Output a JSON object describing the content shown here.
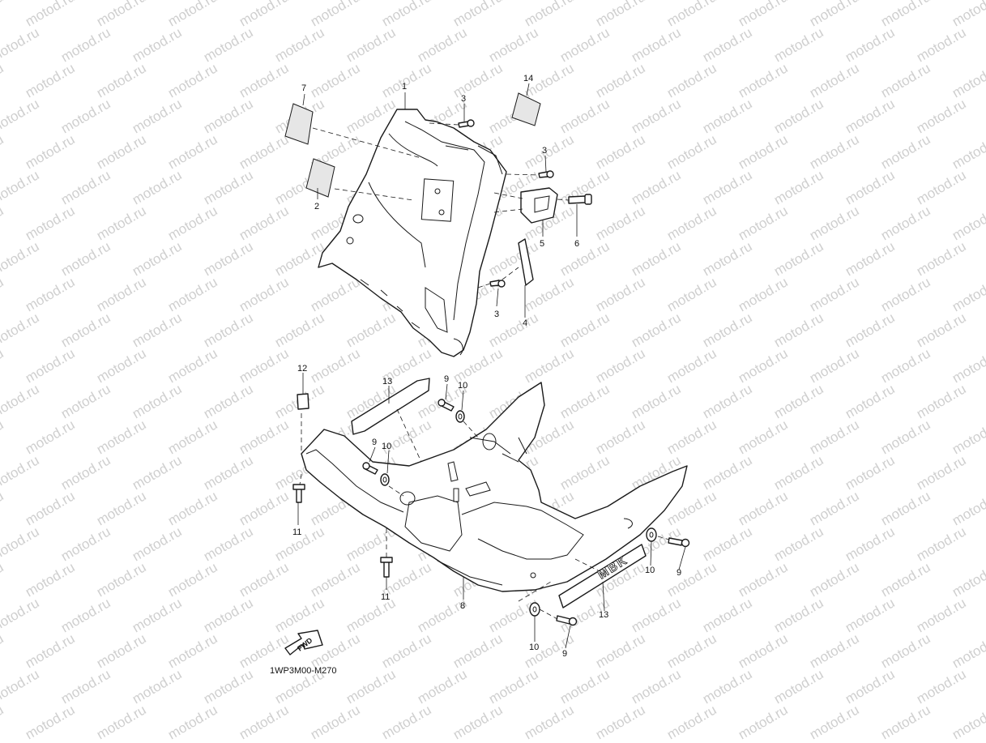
{
  "diagram": {
    "watermark_text": "motod.ru",
    "drawing_code": "1WP3M00-M270",
    "fwd_label": "FWD",
    "emblem_text": "MBK",
    "callouts": [
      {
        "id": "c1",
        "label": "1"
      },
      {
        "id": "c7",
        "label": "7"
      },
      {
        "id": "c3a",
        "label": "3"
      },
      {
        "id": "c14",
        "label": "14"
      },
      {
        "id": "c3b",
        "label": "3"
      },
      {
        "id": "c2",
        "label": "2"
      },
      {
        "id": "c5",
        "label": "5"
      },
      {
        "id": "c6",
        "label": "6"
      },
      {
        "id": "c3c",
        "label": "3"
      },
      {
        "id": "c4",
        "label": "4"
      },
      {
        "id": "c12",
        "label": "12"
      },
      {
        "id": "c13a",
        "label": "13"
      },
      {
        "id": "c9a",
        "label": "9"
      },
      {
        "id": "c10a",
        "label": "10"
      },
      {
        "id": "c9b",
        "label": "9"
      },
      {
        "id": "c10b",
        "label": "10"
      },
      {
        "id": "c11a",
        "label": "11"
      },
      {
        "id": "c11b",
        "label": "11"
      },
      {
        "id": "c8",
        "label": "8"
      },
      {
        "id": "c10c",
        "label": "10"
      },
      {
        "id": "c9c",
        "label": "9"
      },
      {
        "id": "c13b",
        "label": "13"
      },
      {
        "id": "c10d",
        "label": "10"
      },
      {
        "id": "c9d",
        "label": "9"
      }
    ]
  }
}
